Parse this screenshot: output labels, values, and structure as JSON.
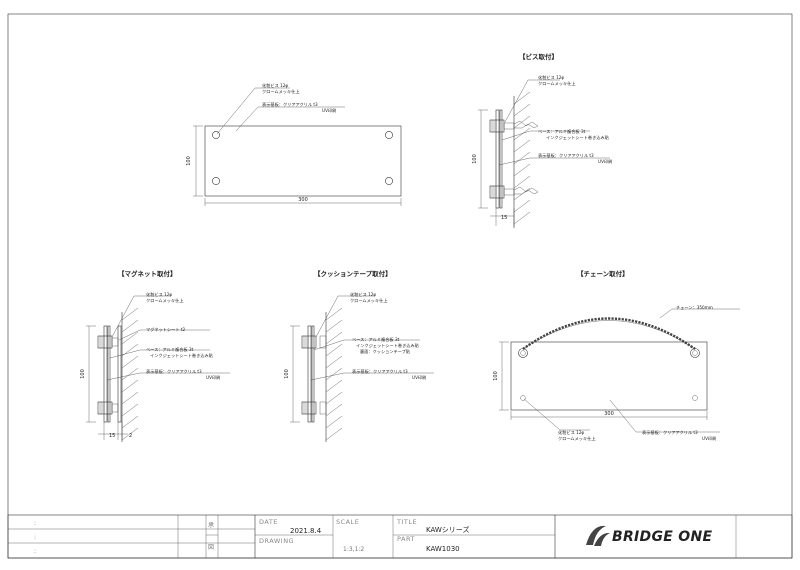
{
  "sections": {
    "screw": "【ビス取付】",
    "magnet": "【マグネット取付】",
    "cushion": "【クッションテープ取付】",
    "chain": "【チェーン取付】"
  },
  "notes": {
    "cosmetic_screw": "化粧ビス 12φ",
    "chrome": "クロームメッキ仕上",
    "face_board": "表示基板：クリアアクリル t3",
    "uv": "UV印刷",
    "base_alu": "ベース：アルミ複合板 3t",
    "inkjet": "インクジェットシート巻き込み貼",
    "magnet_sheet": "マグネットシート t2",
    "cushion_back": "裏面：クッションテープ貼",
    "chain": "チェーン：350mm"
  },
  "dims": {
    "width": "300",
    "height": "100",
    "d15": "15",
    "d2": "2"
  },
  "titleblock": {
    "colon": ":",
    "stamp_approve": "承",
    "stamp_draw": "図",
    "date_label": "DATE",
    "date_value": "2021.8.4",
    "drawing_label": "DRAWING",
    "scale_label": "SCALE",
    "scale_value": "1:3,1:2",
    "title_label": "TITLE",
    "title_value": "KAWシリーズ",
    "part_label": "PART",
    "part_value": "KAW1030",
    "brand": "BRIDGE ONE"
  }
}
